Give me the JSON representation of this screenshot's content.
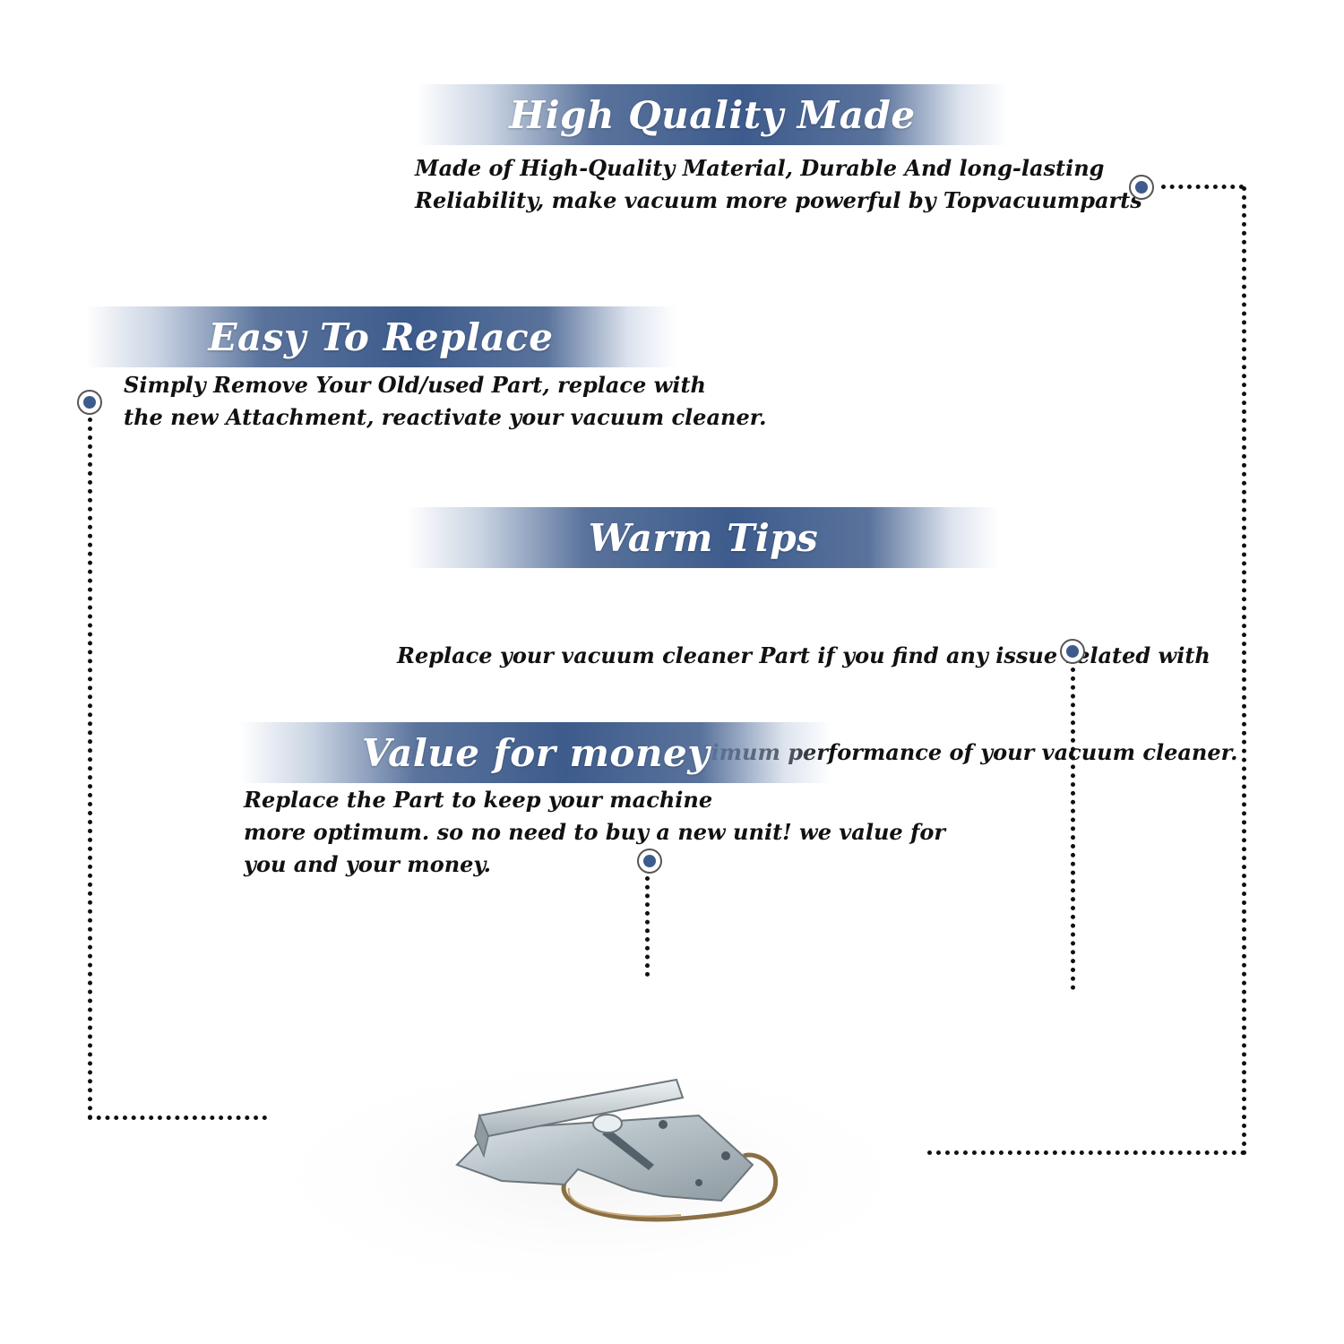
{
  "features": [
    {
      "title": "High Quality Made",
      "lines": [
        "Made of  High-Quality Material, Durable And long-lasting",
        "Reliability, make vacuum more powerful by Topvacuumparts"
      ]
    },
    {
      "title": "Easy To Replace",
      "lines": [
        "Simply Remove Your Old/used Part, replace with",
        "the new Attachment, reactivate your vacuum cleaner."
      ]
    },
    {
      "title": "Warm Tips",
      "lines": [
        "Replace your vacuum cleaner Part if you find any issue related with",
        " attachment to ensure optimum performance of your vacuum cleaner."
      ]
    },
    {
      "title": "Value for money",
      "lines": [
        "Replace the Part to keep your machine",
        "more optimum. so no need to buy a new unit! we value for",
        "you and your money."
      ]
    }
  ],
  "colors": {
    "banner_accent": "#3d5b8c",
    "marker_fill": "#3d5b8c",
    "text": "#111111"
  },
  "product_image": "metal-latch-bracket-part"
}
